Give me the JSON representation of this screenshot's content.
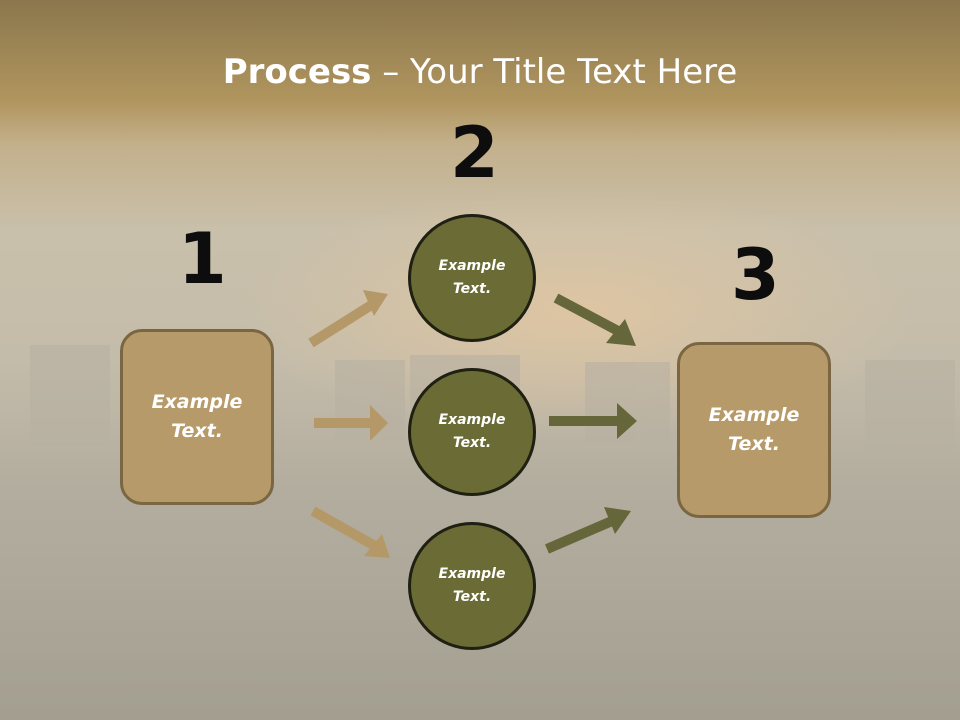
{
  "title": {
    "bold": "Process",
    "rest": " – Your Title Text Here"
  },
  "steps": {
    "one": "1",
    "two": "2",
    "three": "3"
  },
  "left_box": {
    "text": "Example Text."
  },
  "right_box": {
    "text": "Example Text."
  },
  "circles": [
    {
      "text": "Example Text."
    },
    {
      "text": "Example Text."
    },
    {
      "text": "Example Text."
    }
  ],
  "colors": {
    "box_fill": "#b79a69",
    "circle_fill": "#6a6b35",
    "tan_arrow": "#b49868",
    "olive_arrow": "#65663a"
  }
}
